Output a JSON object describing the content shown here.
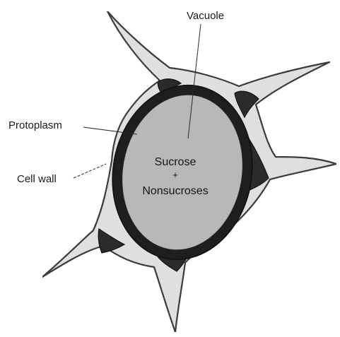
{
  "labels": {
    "vacuole": "Vacuole",
    "protoplasm": "Protoplasm",
    "cell_wall": "Cell wall",
    "center_line1": "Sucrose",
    "center_plus": "+",
    "center_line2": "Nonsucroses"
  },
  "colors": {
    "background": "#ffffff",
    "cell_wall_fill": "#e3e3e3",
    "outline": "#161616",
    "protoplasm_ring": "#1e1e1e",
    "vacuole_fill": "#b8b8b8",
    "corner_pockets": "#2b2b2b",
    "text": "#1a1a1a"
  }
}
